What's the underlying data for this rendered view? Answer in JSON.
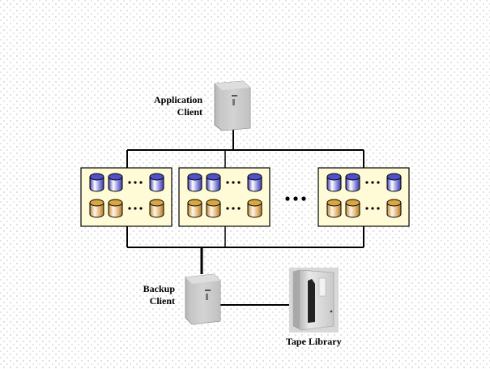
{
  "diagram": {
    "nodes": {
      "application_client": {
        "label_line1": "Application",
        "label_line2": "Client"
      },
      "backup_client": {
        "label_line1": "Backup",
        "label_line2": "Client"
      },
      "tape_library": {
        "label": "Tape Library"
      }
    },
    "storage_groups": [
      {
        "id": "storage-group-1",
        "rows": [
          "disk-blue",
          "disk-orange"
        ]
      },
      {
        "id": "storage-group-2",
        "rows": [
          "disk-blue",
          "disk-orange"
        ]
      },
      {
        "id": "storage-group-n",
        "rows": [
          "disk-blue",
          "disk-orange"
        ]
      }
    ],
    "ellipsis_between_groups": "• • •",
    "colors": {
      "line": "#000000",
      "storage_box_fill": "#fffbd6",
      "disk_blue": "#6a6ad8",
      "disk_orange": "#d9a640",
      "server_gray": "#cfcfcf"
    }
  }
}
